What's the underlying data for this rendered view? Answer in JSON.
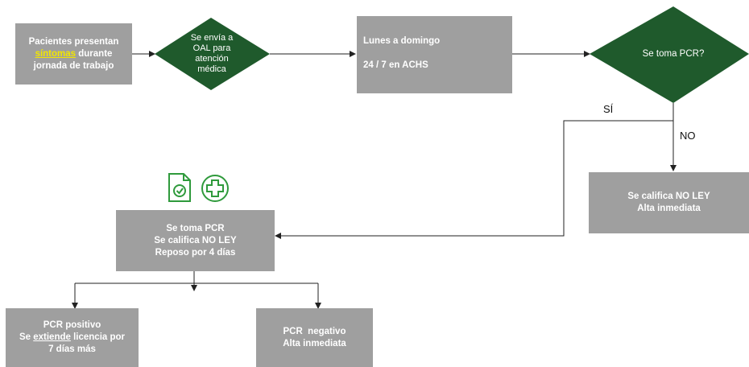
{
  "nodes": {
    "start": {
      "line1": "Pacientes presentan",
      "highlight": "síntomas",
      "line2_rest": " durante",
      "line3": "jornada de trabajo"
    },
    "send_oal": {
      "lines": [
        "Se envía a",
        "OAL para",
        "atención",
        "médica"
      ]
    },
    "schedule": {
      "line1": "Lunes a domingo",
      "line2": "24 / 7 en ACHS"
    },
    "decision_pcr": {
      "label": "Se toma PCR?"
    },
    "no_branch": {
      "line1": "Se califica NO LEY",
      "line2": "Alta inmediata"
    },
    "yes_branch": {
      "line1": "Se toma PCR",
      "line2": "Se califica NO LEY",
      "line3": "Reposo por 4 días"
    },
    "positive": {
      "line1": "PCR positivo",
      "line2_pre": "Se ",
      "line2_ul": "extiende",
      "line2_post": " licencia por",
      "line3": "7 días más"
    },
    "negative": {
      "line1": "PCR  negativo",
      "line2": "Alta inmediata"
    }
  },
  "edge_labels": {
    "yes": "SÍ",
    "no": "NO"
  },
  "icons": [
    "document-check-icon",
    "medical-cross-icon"
  ],
  "colors": {
    "decision_fill": "#1f5a2c",
    "box_fill": "#9f9f9f",
    "icon_stroke": "#2f9a3c",
    "highlight_text": "#f2e600"
  }
}
